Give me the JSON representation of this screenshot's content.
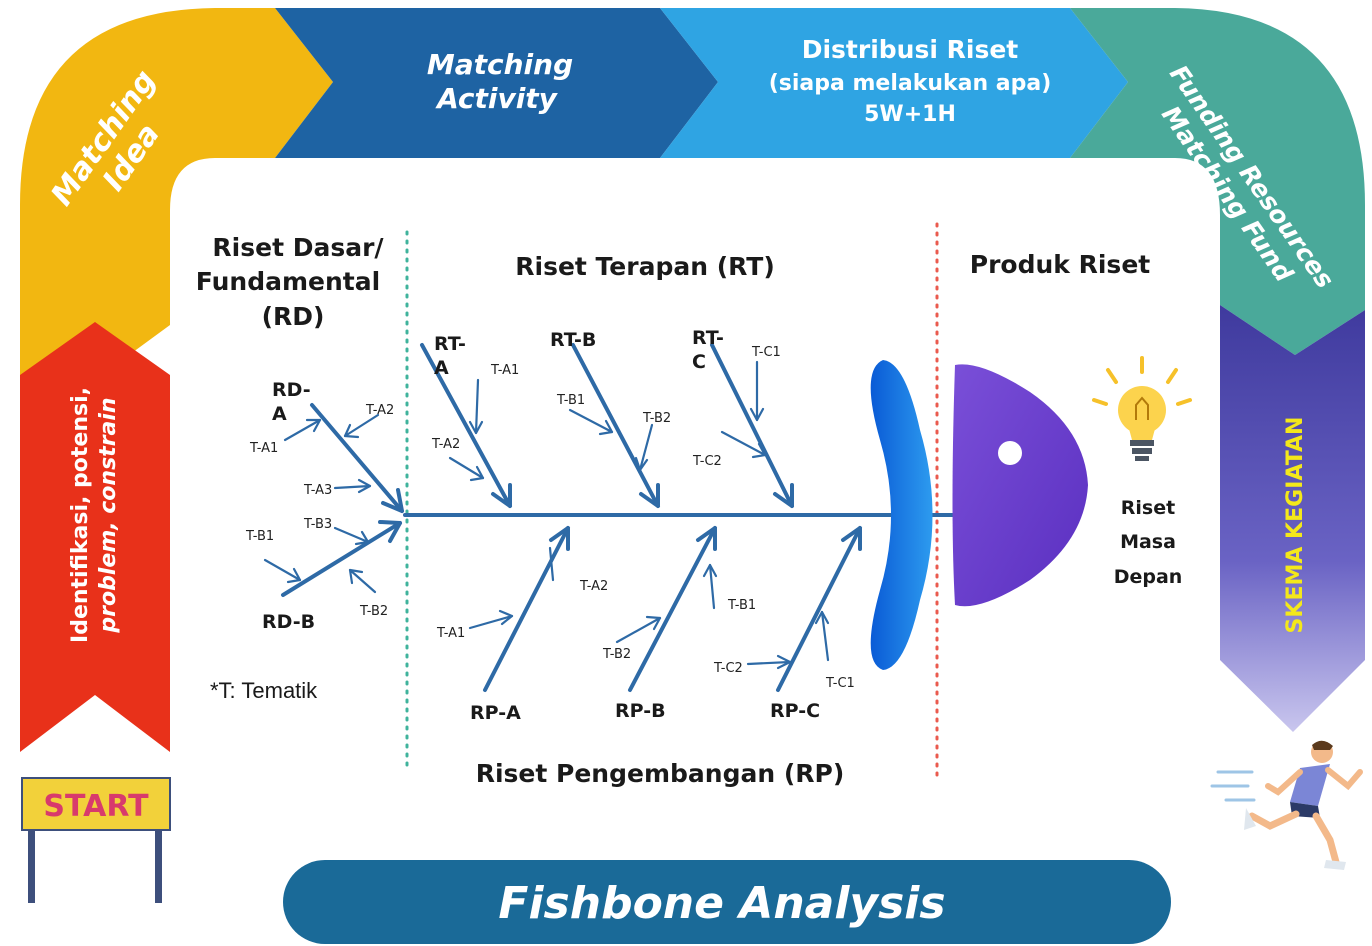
{
  "flow": {
    "matching_idea": [
      "Matching",
      "Idea"
    ],
    "matching_activity": [
      "Matching",
      "Activity"
    ],
    "distribusi": [
      "Distribusi Riset",
      "(siapa melakukan apa)",
      "5W+1H"
    ],
    "funding": [
      "Funding Resources",
      "Matching Fund"
    ],
    "skema": "SKEMA KEGIATAN",
    "identifikasi": [
      "Identifikasi, potensi,",
      "problem, constrain"
    ],
    "start": "START",
    "colors": {
      "yellow": "#f2b711",
      "dark_blue": "#1e63a3",
      "light_blue": "#2fa4e3",
      "teal": "#4aa99a",
      "purple": "#4a44a8",
      "red": "#e8311a",
      "banner": "#1a6a98"
    }
  },
  "sections": {
    "rd": [
      "Riset Dasar/",
      "Fundamental",
      "(RD)"
    ],
    "rt": "Riset Terapan (RT)",
    "produk": "Produk Riset",
    "rp": "Riset Pengembangan (RP)"
  },
  "bones": {
    "rd_a": [
      "RD-",
      "A"
    ],
    "rd_b": "RD-B",
    "rt_a": [
      "RT-",
      "A"
    ],
    "rt_b": "RT-B",
    "rt_c": [
      "RT-",
      "C"
    ],
    "rp_a": "RP-A",
    "rp_b": "RP-B",
    "rp_c": "RP-C"
  },
  "themes": {
    "ta1": "T-A1",
    "ta2": "T-A2",
    "ta3": "T-A3",
    "tb1": "T-B1",
    "tb2": "T-B2",
    "tb3": "T-B3",
    "tc1": "T-C1",
    "tc2": "T-C2"
  },
  "note": "*T: Tematik",
  "head_label": [
    "Riset",
    "Masa",
    "Depan"
  ],
  "banner": "Fishbone Analysis",
  "icons": [
    "lightbulb-icon",
    "runner-icon",
    "start-sign-icon"
  ]
}
